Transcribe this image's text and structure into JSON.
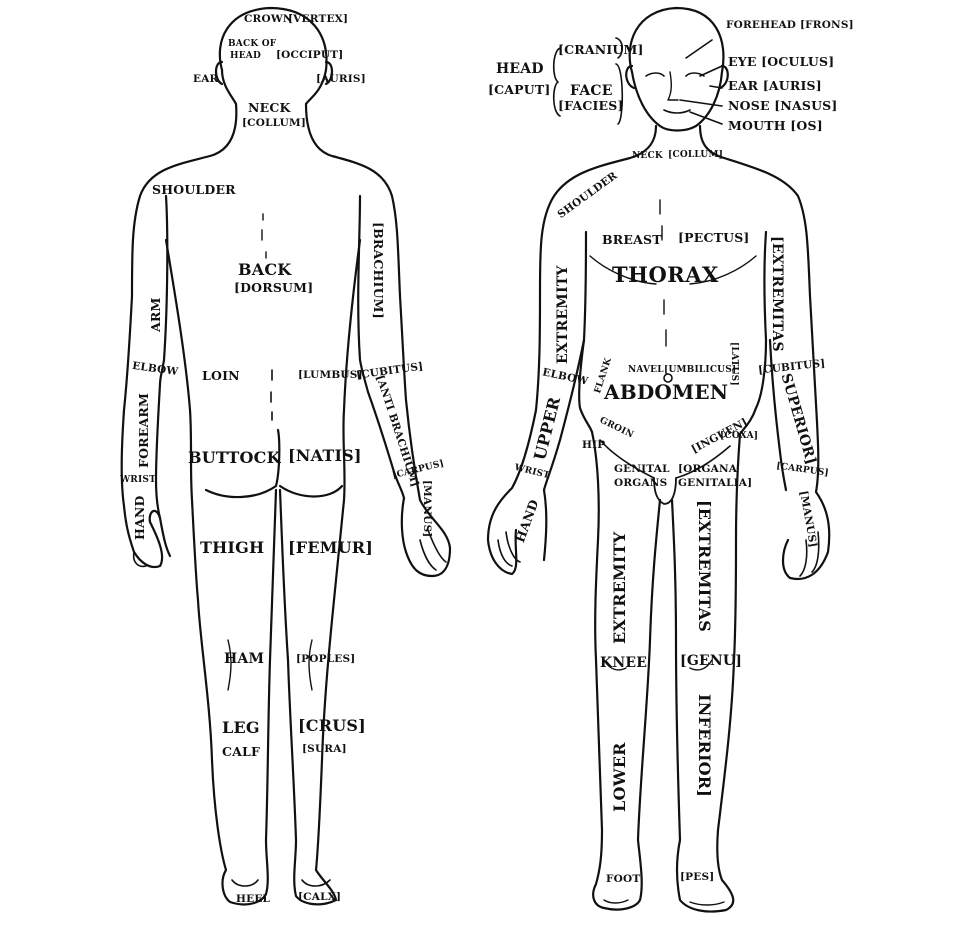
{
  "back": {
    "crown": "CROWN",
    "vertex": "[VERTEX]",
    "back_of_head_1": "BACK OF",
    "back_of_head_2": "HEAD",
    "occiput": "[OCCIPUT]",
    "ear": "EAR",
    "auris": "[AURIS]",
    "neck": "NECK",
    "collum": "[COLLUM]",
    "shoulder": "SHOULDER",
    "back": "BACK",
    "dorsum": "[DORSUM]",
    "brachium": "[BRACHIUM]",
    "arm": "ARM",
    "elbow": "ELBOW",
    "loin": "LOIN",
    "lumbus": "[LUMBUS]",
    "cubitus": "[CUBITUS]",
    "antibrachium": "[ANTI BRACHIUM]",
    "forearm": "FOREARM",
    "wrist": "WRIST",
    "carpus": "[CARPUS]",
    "hand": "HAND",
    "manus": "[MANUS]",
    "buttock": "BUTTOCK",
    "natis": "[NATIS]",
    "thigh": "THIGH",
    "femur": "[FEMUR]",
    "ham": "HAM",
    "poples": "[POPLES]",
    "leg": "LEG",
    "crus": "[CRUS]",
    "calf": "CALF",
    "sura": "[SURA]",
    "heel": "HEEL",
    "calx": "[CALX]"
  },
  "front": {
    "forehead": "FOREHEAD [FRONS]",
    "head": "HEAD",
    "caput": "[CAPUT]",
    "cranium": "[CRANIUM]",
    "face": "FACE",
    "facies": "[FACIES]",
    "eye": "EYE [OCULUS]",
    "ear": "EAR [AURIS]",
    "nose": "NOSE [NASUS]",
    "mouth": "MOUTH [OS]",
    "neck": "NECK",
    "collum": "[COLLUM]",
    "shoulder": "SHOULDER",
    "breast": "BREAST",
    "pectus": "[PECTUS]",
    "thorax": "THORAX",
    "extremity_upper": "EXTREMITY",
    "extremitas_upper": "[EXTREMITAS",
    "elbow": "ELBOW",
    "flank": "FLANK",
    "navel": "NAVEL",
    "umbilicus": "[UMBILICUS]",
    "latus": "[LATUS]",
    "cubitus": "[CUBITUS]",
    "abdomen": "ABDOMEN",
    "upper": "UPPER",
    "superior": "SUPERIOR]",
    "groin": "GROIN",
    "inguen": "[INGUEN]",
    "hip": "HIP",
    "coxa": "[COXA]",
    "wrist": "WRIST",
    "carpus": "[CARPUS]",
    "genital_1": "GENITAL",
    "genital_2": "ORGANS",
    "organa_1": "[ORGANA",
    "organa_2": "GENITALIA]",
    "hand": "HAND",
    "manus": "[MANUS]",
    "extremity_lower": "EXTREMITY",
    "extremitas_lower": "[EXTREMITAS",
    "knee": "KNEE",
    "genu": "[GENU]",
    "lower": "LOWER",
    "inferior": "INFERIOR]",
    "foot": "FOOT",
    "pes": "[PES]"
  }
}
